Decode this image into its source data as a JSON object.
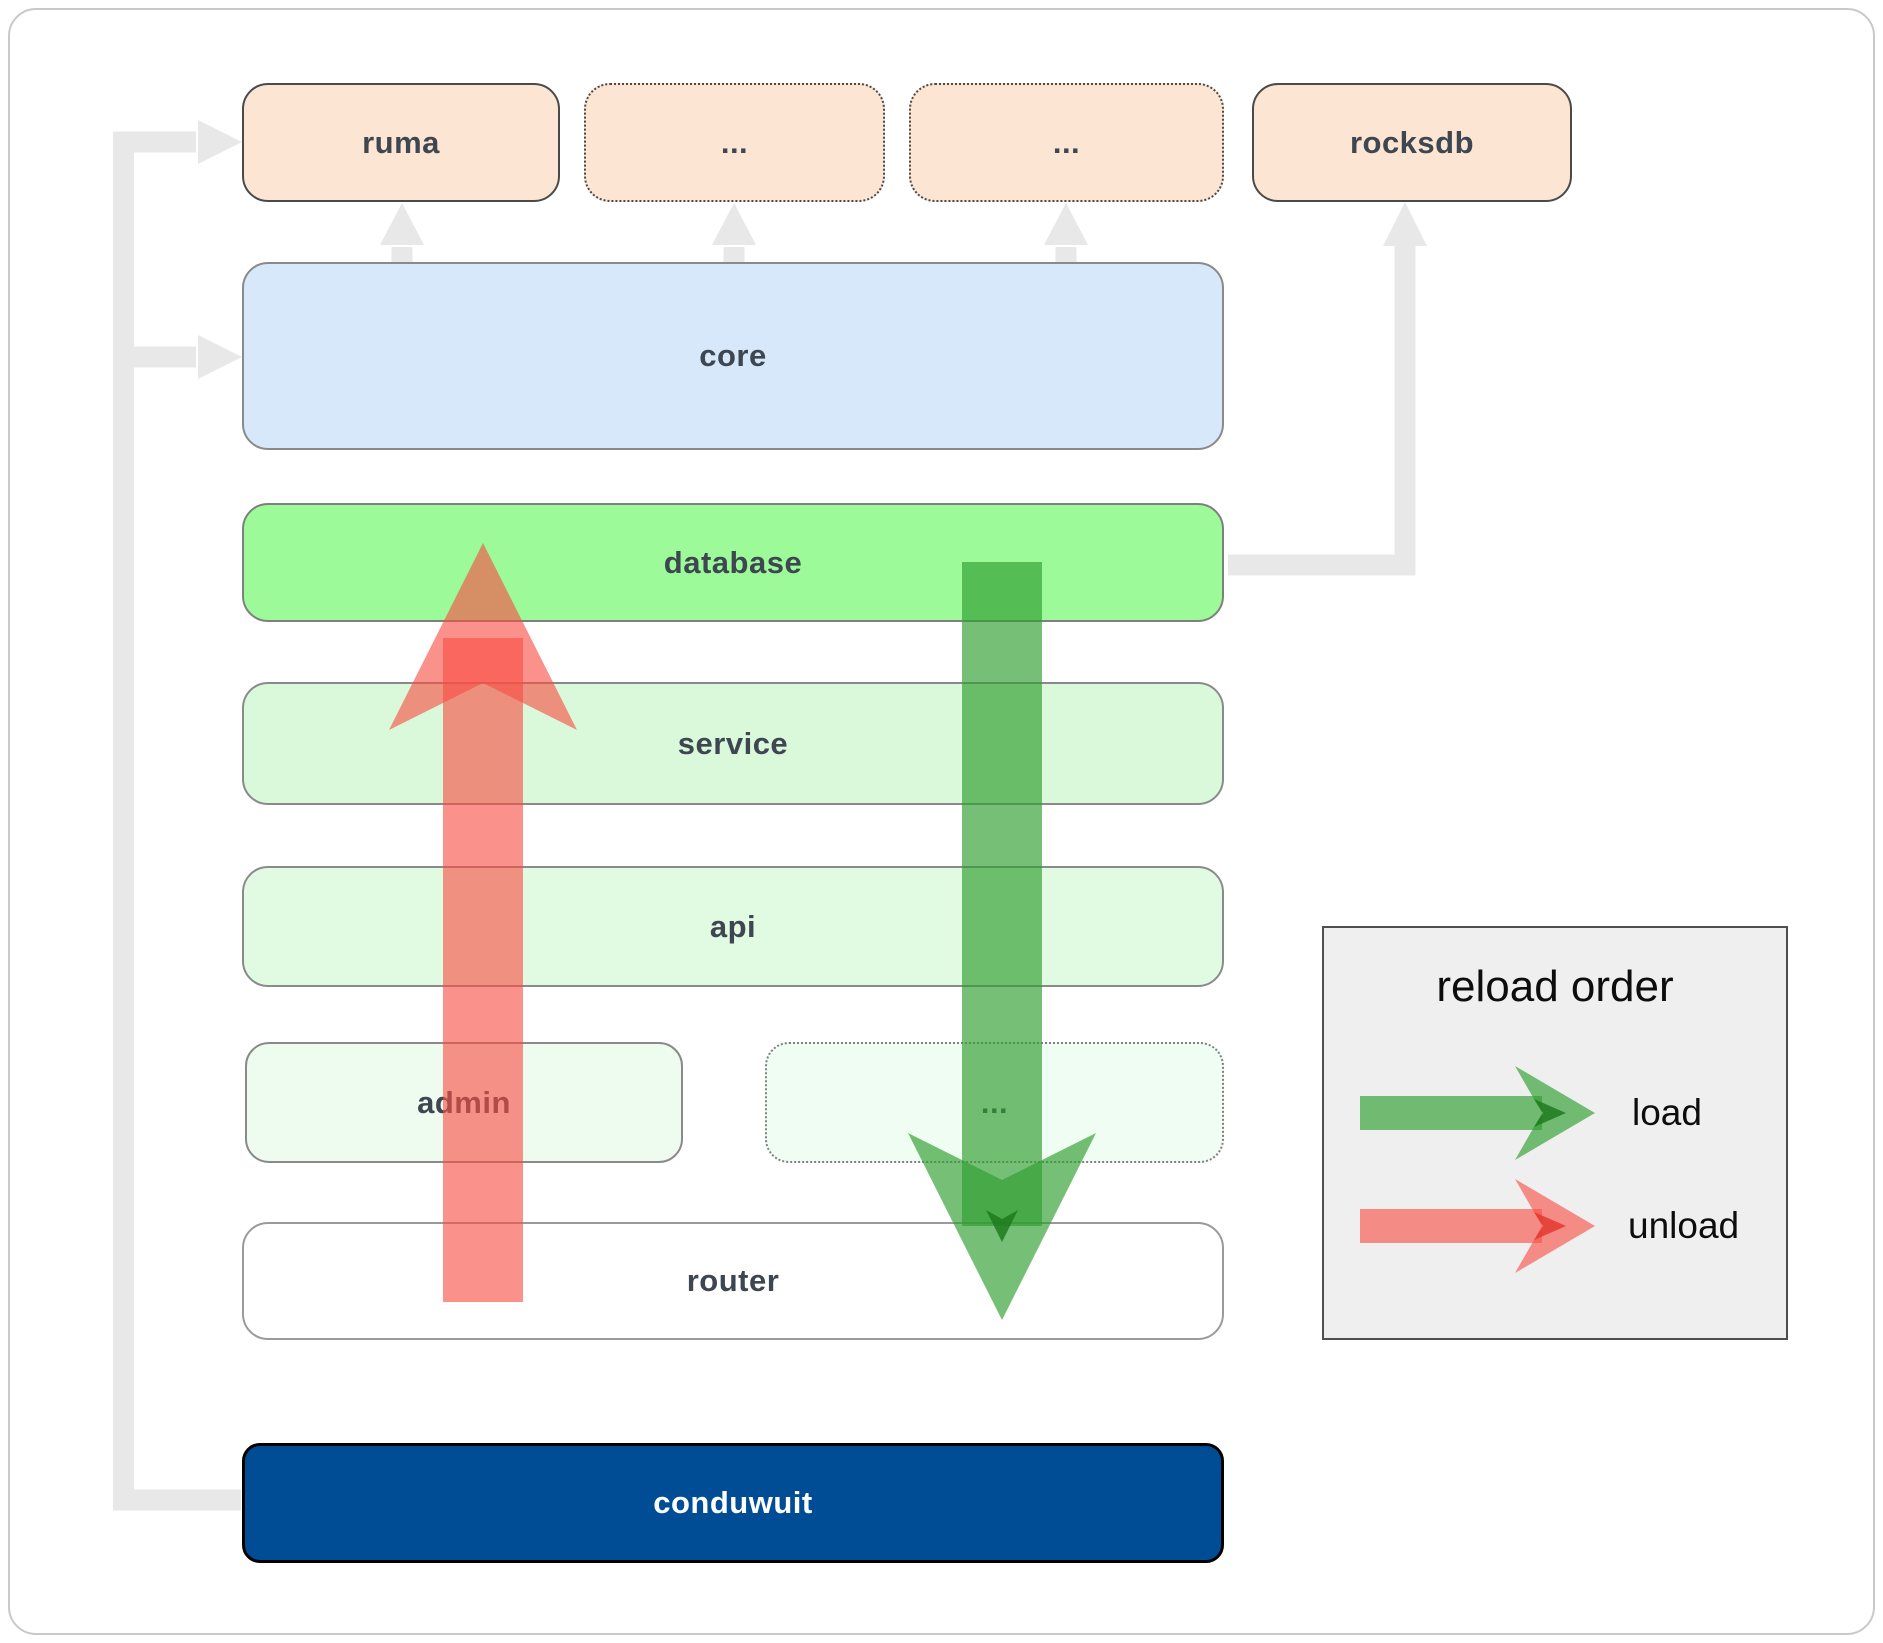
{
  "nodes": {
    "ruma": {
      "label": "ruma",
      "fill": "#fce5d2",
      "border": "#4a4a4a"
    },
    "dep2": {
      "label": "...",
      "fill": "#fce5d2",
      "border": "#4a4a4a",
      "style": "dotted"
    },
    "dep3": {
      "label": "...",
      "fill": "#fce5d2",
      "border": "#4a4a4a",
      "style": "dotted"
    },
    "rocksdb": {
      "label": "rocksdb",
      "fill": "#fce5d2",
      "border": "#4a4a4a"
    },
    "core": {
      "label": "core",
      "fill": "#d6e8fa",
      "border": "#8a8a8a"
    },
    "database": {
      "label": "database",
      "fill": "#9dfa99",
      "border": "#7f7f7f"
    },
    "service": {
      "label": "service",
      "fill": "#d9f9da",
      "border": "#8a8a8a"
    },
    "api": {
      "label": "api",
      "fill": "#e1fbe3",
      "border": "#8a8a8a"
    },
    "admin": {
      "label": "admin",
      "fill": "#edfcef",
      "border": "#8a8a8a"
    },
    "services_more": {
      "label": "...",
      "fill": "#f0fdf2",
      "border": "#808080",
      "style": "dotted"
    },
    "router": {
      "label": "router",
      "fill": "#ffffff",
      "border": "#9a9a9a"
    },
    "conduwuit": {
      "label": "conduwuit",
      "fill": "#004d96",
      "border": "#000000",
      "text_color": "#ffffff"
    }
  },
  "legend": {
    "title": "reload order",
    "items": [
      {
        "icon": "load-arrow",
        "label": "load",
        "color": "#2f9e2f"
      },
      {
        "icon": "unload-arrow",
        "label": "unload",
        "color": "#f94d44"
      }
    ]
  },
  "arrows": {
    "load_color": "#2f9e2f",
    "load_marker_color": "#1e7a1e",
    "unload_color": "#f94d44",
    "unload_marker_color": "#e2382f",
    "connector_color": "#e8e8e8"
  }
}
